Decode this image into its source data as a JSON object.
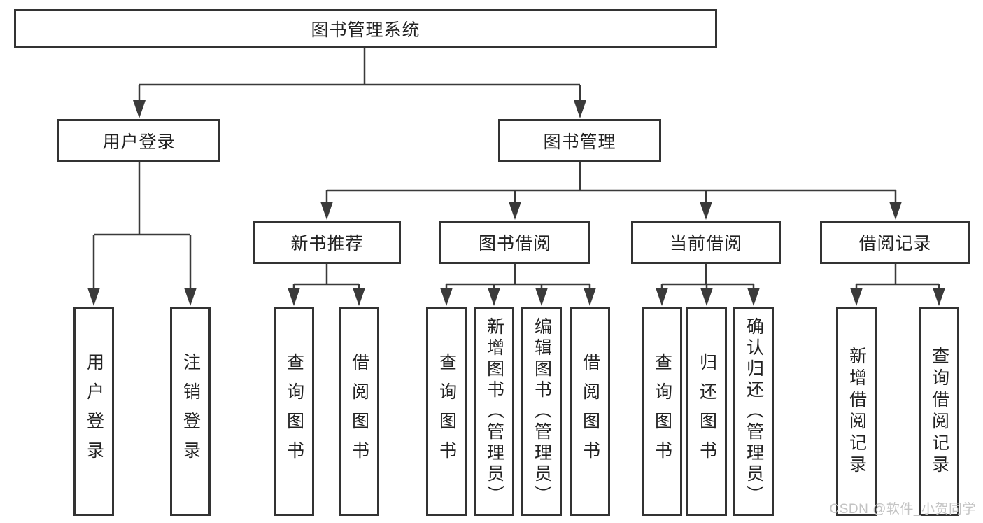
{
  "colors": {
    "line": "#3a3a3a",
    "box_border": "#333333",
    "box_background": "#ffffff",
    "text": "#222222",
    "watermark": "#c3c3c3"
  },
  "tree": {
    "root": {
      "label": "图书管理系统"
    },
    "branches": [
      {
        "label": "用户登录",
        "children": [
          {
            "label": "用户登录"
          },
          {
            "label": "注销登录"
          }
        ]
      },
      {
        "label": "图书管理",
        "children": [
          {
            "label": "新书推荐",
            "children": [
              {
                "label": "查询图书"
              },
              {
                "label": "借阅图书"
              }
            ]
          },
          {
            "label": "图书借阅",
            "children": [
              {
                "label": "查询图书"
              },
              {
                "label": "新增图书（管理员）"
              },
              {
                "label": "编辑图书（管理员）"
              },
              {
                "label": "借阅图书"
              }
            ]
          },
          {
            "label": "当前借阅",
            "children": [
              {
                "label": "查询图书"
              },
              {
                "label": "归还图书"
              },
              {
                "label": "确认归还（管理员）"
              }
            ]
          },
          {
            "label": "借阅记录",
            "children": [
              {
                "label": "新增借阅记录"
              },
              {
                "label": "查询借阅记录"
              }
            ]
          }
        ]
      }
    ]
  },
  "watermark": {
    "text": "CSDN @软件_小贺同学"
  }
}
